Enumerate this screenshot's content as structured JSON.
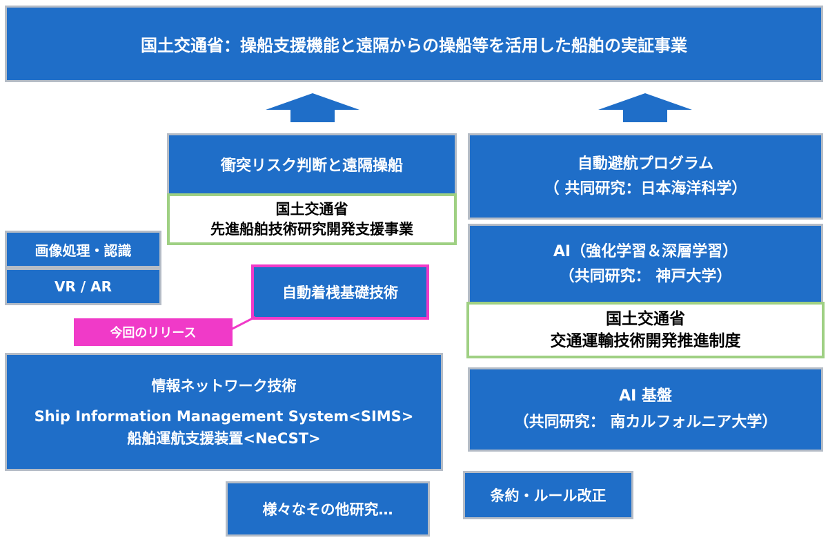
{
  "top_banner": {
    "text": "国土交通省：操船支援機能と遠隔からの操船等を活用した船舶の実証事業"
  },
  "left_column": {
    "collision": {
      "text": "衝突リスク判断と遠隔操船"
    },
    "mlit_advanced": {
      "line1": "国土交通省",
      "line2": "先進船舶技術研究開発支援事業"
    },
    "auto_berthing": {
      "text": "自動着桟基礎技術"
    },
    "release_tag": {
      "text": "今回のリリース"
    }
  },
  "far_left": {
    "image_processing": {
      "text": "画像処理・認識"
    },
    "vr_ar": {
      "text": "VR / AR"
    }
  },
  "info_network": {
    "title": "情報ネットワーク技術",
    "line1": "Ship Information Management System<SIMS>",
    "line2": "船舶運航支援装置<NeCST>"
  },
  "other_research": {
    "text": "様々なその他研究…"
  },
  "rule_revision": {
    "text": "条約・ルール改正"
  },
  "right_column": {
    "avoidance": {
      "line1": "自動避航プログラム",
      "line2": "（ 共同研究：日本海洋科学）"
    },
    "ai": {
      "line1": "AI（強化学習＆深層学習）",
      "line2": "（共同研究： 神戸大学）"
    },
    "mlit_promotion": {
      "line1": "国土交通省",
      "line2": "交通運輸技術開発推進制度"
    },
    "ai_base": {
      "line1": "AI 基盤",
      "line2": "（共同研究： 南カルフォルニア大学）"
    }
  },
  "colors": {
    "box_blue": "#1f6ec8",
    "box_border": "#b5bcc6",
    "green_border": "#9fd083",
    "tag_pink": "#f03ac8"
  },
  "icons": [
    "up-arrow-icon",
    "up-arrow-icon"
  ]
}
